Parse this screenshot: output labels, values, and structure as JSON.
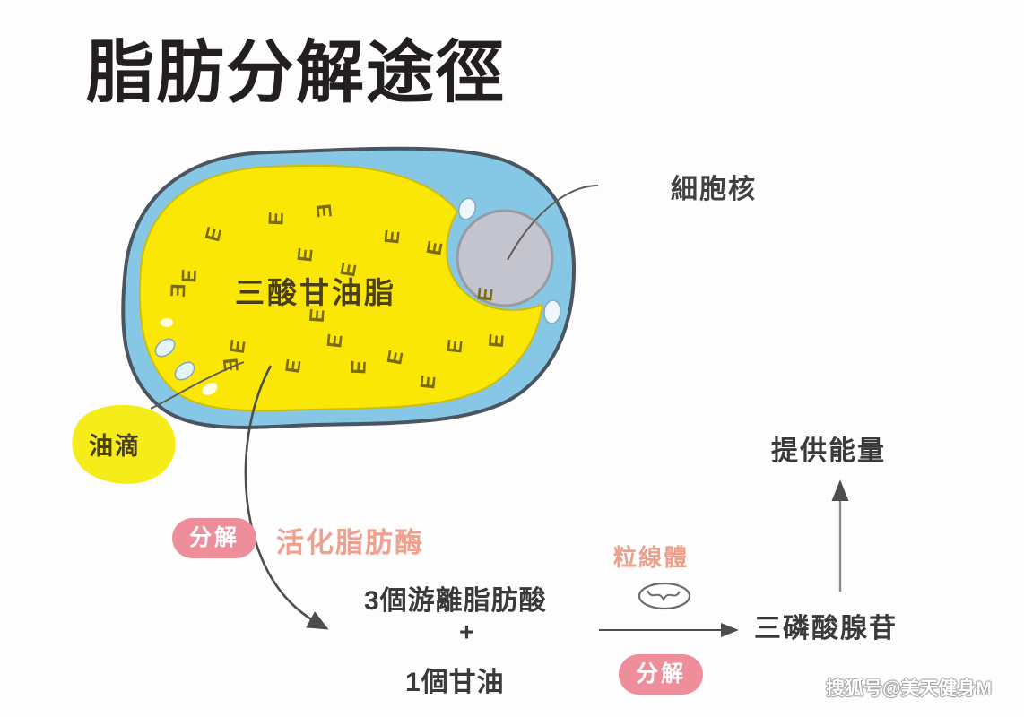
{
  "page": {
    "title": "脂肪分解途徑",
    "background": "#fdfdfd"
  },
  "cell": {
    "lipid_droplet_label": "三酸甘油脂",
    "nucleus_label": "細胞核",
    "oil_droplet_label": "油滴",
    "colors": {
      "membrane_outline": "#4a5560",
      "cytoplasm": "#86c7e6",
      "lipid_droplet": "#fbe705",
      "nucleus_fill": "#c4c4cf",
      "nucleus_outline": "#8f8f99",
      "triglyceride_mark": "#7a6a12",
      "oil_droplet_blob": "#f5ec19"
    },
    "triglyceride_symbol": "Ǝ"
  },
  "pathway": {
    "decompose_badge_1": "分解",
    "decompose_badge_2": "分解",
    "lipase_label": "活化脂肪酶",
    "products_line1": "3個游離脂肪酸",
    "products_plus": "+",
    "products_line2": "1個甘油",
    "mitochondria_label": "粒線體",
    "atp_label": "三磷酸腺苷",
    "energy_label": "提供能量",
    "badge_color": "#ef8e9b",
    "lipase_color": "#f0a08f",
    "mitochondria_color": "#eba08c"
  },
  "watermark": {
    "text": "搜狐号@美天健身M"
  },
  "chart_data": {
    "type": "diagram",
    "title": "脂肪分解途徑",
    "nodes": [
      {
        "id": "lipid-droplet",
        "label": "三酸甘油脂",
        "kind": "cell-organelle"
      },
      {
        "id": "nucleus",
        "label": "細胞核",
        "kind": "cell-organelle"
      },
      {
        "id": "oil-droplet",
        "label": "油滴",
        "kind": "callout"
      },
      {
        "id": "products",
        "label": "3個游離脂肪酸 + 1個甘油",
        "kind": "product"
      },
      {
        "id": "mitochondria",
        "label": "粒線體",
        "kind": "organelle"
      },
      {
        "id": "atp",
        "label": "三磷酸腺苷",
        "kind": "product"
      },
      {
        "id": "energy",
        "label": "提供能量",
        "kind": "outcome"
      }
    ],
    "edges": [
      {
        "from": "lipid-droplet",
        "to": "products",
        "label": "分解 / 活化脂肪酶"
      },
      {
        "from": "products",
        "to": "atp",
        "label": "分解 (粒線體)"
      },
      {
        "from": "atp",
        "to": "energy",
        "label": ""
      }
    ]
  }
}
